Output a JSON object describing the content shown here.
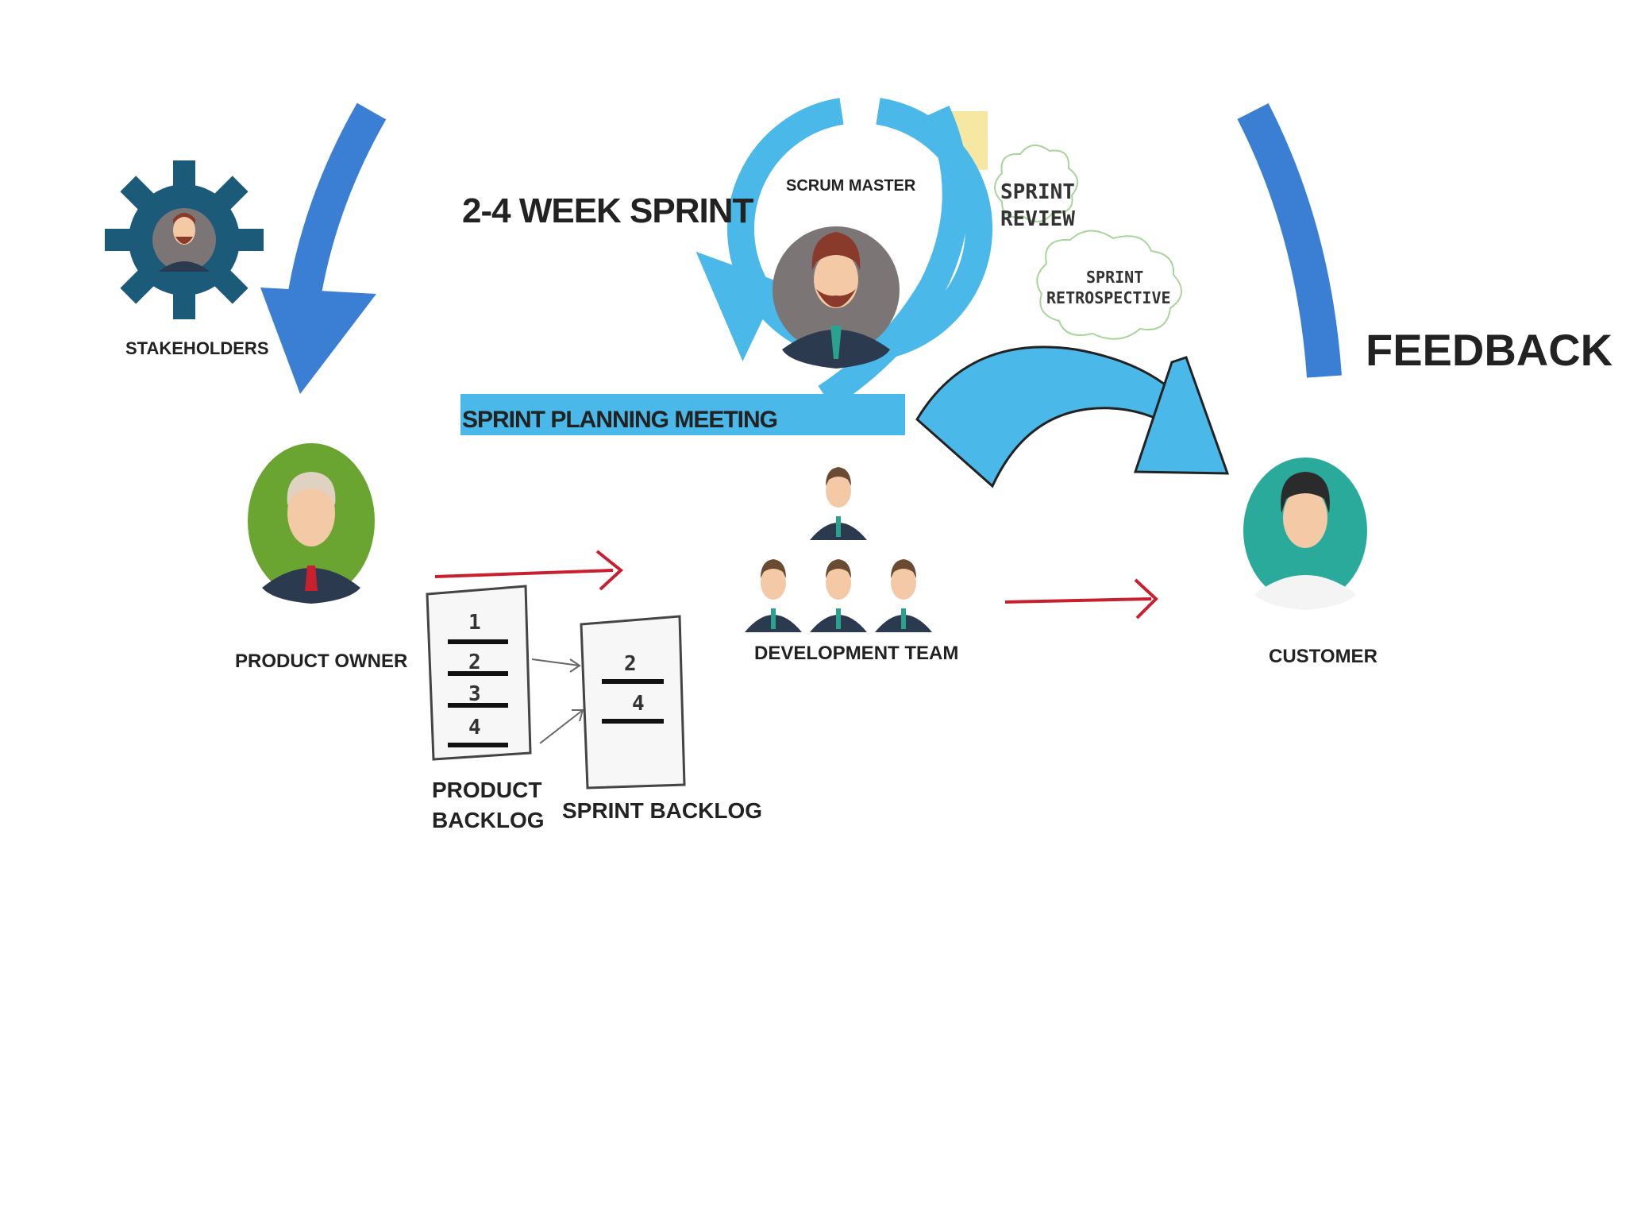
{
  "title": "2-4 WEEK SPRINT",
  "feedback_label": "FEEDBACK",
  "roles": {
    "stakeholders": "STAKEHOLDERS",
    "scrum_master": "SCRUM MASTER",
    "product_owner": "PRODUCT OWNER",
    "development_team": "DEVELOPMENT TEAM",
    "customer": "CUSTOMER"
  },
  "events": {
    "sprint_planning": "SPRINT PLANNING MEETING",
    "sprint_review": [
      "SPRINT",
      "REVIEW"
    ],
    "sprint_retrospective": [
      "SPRINT",
      "RETROSPECTIVE"
    ]
  },
  "artifacts": {
    "product_backlog": {
      "label": [
        "PRODUCT",
        "BACKLOG"
      ],
      "items": [
        "1",
        "2",
        "3",
        "4"
      ]
    },
    "sprint_backlog": {
      "label": "SPRINT BACKLOG",
      "items": [
        "2",
        "4"
      ]
    }
  },
  "colors": {
    "loop_blue": "#4ab8e8",
    "feedback_blue": "#3b7fd4",
    "stakeholder_gear": "#1c5a7a",
    "product_owner_bg": "#6ba531",
    "scrum_master_bg": "#7b7575",
    "customer_bg": "#2aaa9a",
    "red_arrow": "#c8202e",
    "review_yellow": "#f6e7a3"
  }
}
